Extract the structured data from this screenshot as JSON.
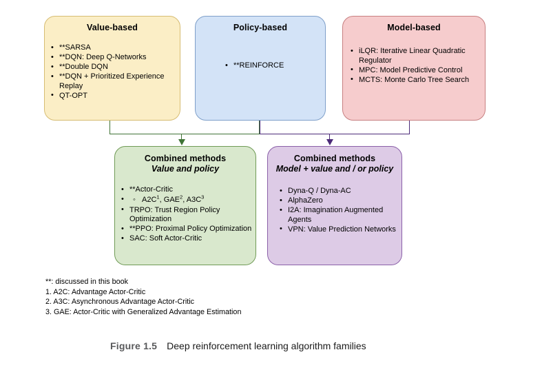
{
  "figure": {
    "caption_label": "Figure 1.5",
    "caption_text": "Deep reinforcement learning algorithm families"
  },
  "colors": {
    "value_fill": "#fbeec6",
    "value_border": "#d6bc72",
    "policy_fill": "#d3e3f7",
    "policy_border": "#7e9fc9",
    "model_fill": "#f6cccd",
    "model_border": "#c77f80",
    "combined_vp_fill": "#d9e8cd",
    "combined_vp_border": "#6f9a55",
    "combined_mvp_fill": "#ddcbe6",
    "combined_mvp_border": "#8a5fa8",
    "arrow_green": "#3f7335",
    "arrow_purple": "#4b2a78"
  },
  "boxes": {
    "value_based": {
      "title": "Value-based",
      "items": [
        "**SARSA",
        "**DQN: Deep Q-Networks",
        "**Double DQN",
        "**DQN + Prioritized Experience Replay",
        "QT-OPT"
      ]
    },
    "policy_based": {
      "title": "Policy-based",
      "items": [
        "**REINFORCE"
      ]
    },
    "model_based": {
      "title": "Model-based",
      "items": [
        "iLQR: Iterative Linear Quadratic Regulator",
        "MPC: Model Predictive Control",
        "MCTS: Monte Carlo Tree Search"
      ]
    },
    "combined_value_policy": {
      "title": "Combined methods",
      "subtitle": "Value and policy",
      "items": [
        "**Actor-Critic",
        "TRPO: Trust Region Policy Optimization",
        "**PPO: Proximal Policy Optimization",
        "SAC: Soft Actor-Critic"
      ],
      "sub_item": {
        "a2c": "A2C",
        "a2c_sup": "1",
        "sep1": ", ",
        "gae": "GAE",
        "gae_sup": "2",
        "sep2": ", ",
        "a3c": "A3C",
        "a3c_sup": "3"
      }
    },
    "combined_model_value_policy": {
      "title": "Combined methods",
      "subtitle": "Model + value and / or policy",
      "items": [
        "Dyna-Q / Dyna-AC",
        "AlphaZero",
        "I2A: Imagination Augmented Agents",
        "VPN: Value Prediction Networks"
      ]
    }
  },
  "footnotes": [
    "**: discussed in this book",
    "1. A2C: Advantage Actor-Critic",
    "2. A3C: Asynchronous Advantage Actor-Critic",
    "3. GAE: Actor-Critic with Generalized Advantage Estimation"
  ]
}
